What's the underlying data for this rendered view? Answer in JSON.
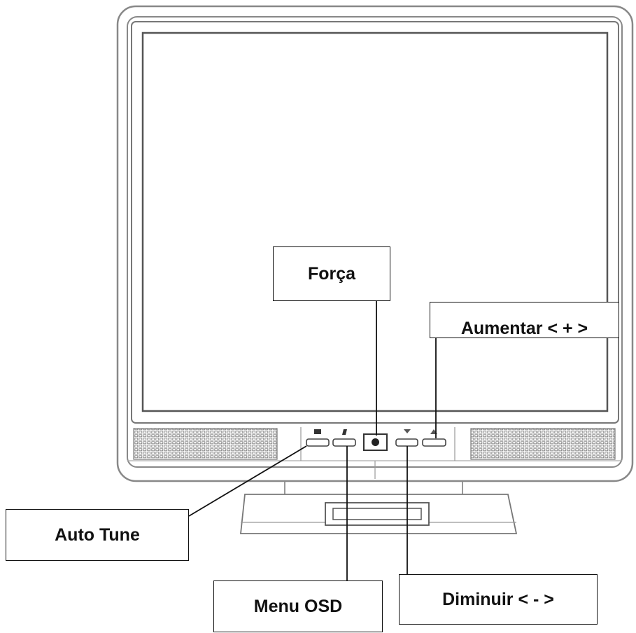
{
  "callouts": {
    "power": "Força",
    "increase": "Aumentar < + >",
    "auto_tune": "Auto Tune",
    "menu_osd": "Menu OSD",
    "decrease": "Diminuir < - >"
  },
  "colors": {
    "line": "#111111",
    "frame": "#888888",
    "background": "#ffffff"
  }
}
